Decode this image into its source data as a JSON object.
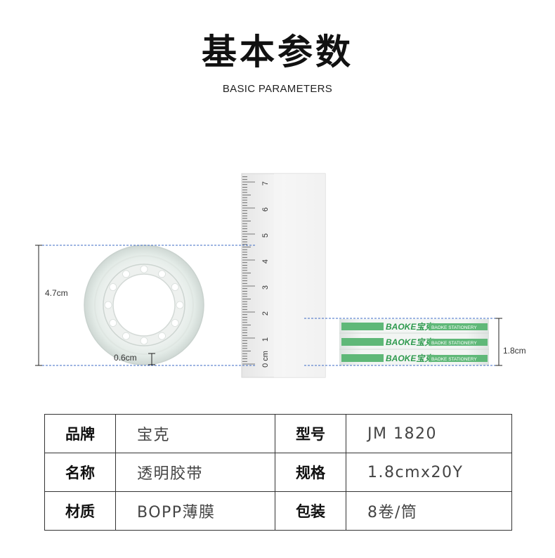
{
  "header": {
    "title": "基本参数",
    "subtitle": "BASIC PARAMETERS"
  },
  "illustration": {
    "diameter_label": "4.7cm",
    "wall_label": "0.6cm",
    "width_label": "1.8cm",
    "ruler_numbers": [
      "7",
      "6",
      "5",
      "4",
      "3",
      "2",
      "1",
      "0 cm"
    ],
    "tape_brand": "BAOKE",
    "tape_brand_cn": "宝克",
    "tape_text": "BAOKE STATIONERY"
  },
  "specs": [
    {
      "key1": "品牌",
      "val1": "宝克",
      "key2": "型号",
      "val2": "JM 1820"
    },
    {
      "key1": "名称",
      "val1": "透明胶带",
      "key2": "规格",
      "val2": "1.8cmx20Y"
    },
    {
      "key1": "材质",
      "val1": "BOPP薄膜",
      "key2": "包装",
      "val2": "8卷/筒"
    }
  ]
}
